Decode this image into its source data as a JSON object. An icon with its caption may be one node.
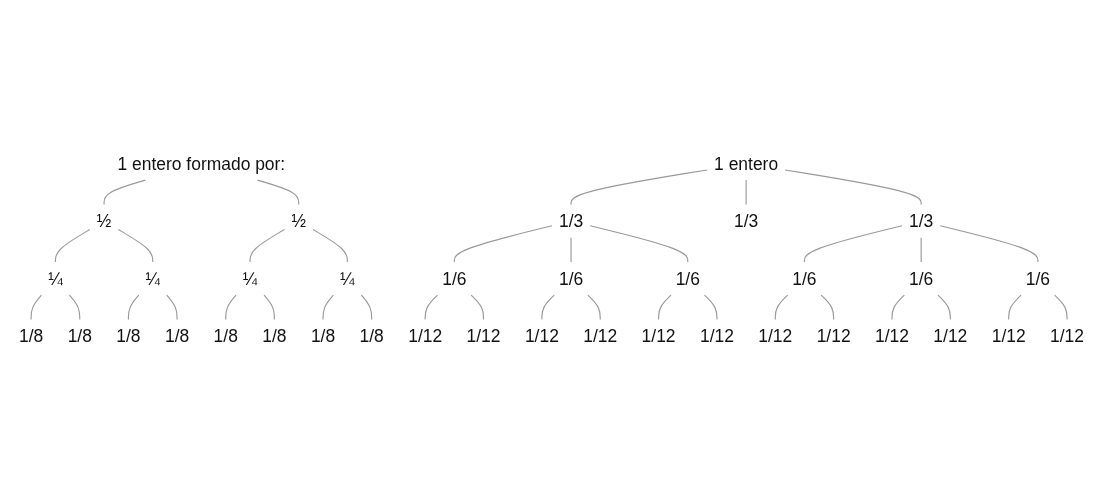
{
  "diagram": {
    "nodes": [
      {
        "text": [
          "1 entero formado por:"
        ]
      },
      {
        "text": [
          "½"
        ]
      },
      {
        "text": [
          "½"
        ]
      },
      {
        "text": [
          "¼"
        ]
      },
      {
        "text": [
          "¼"
        ]
      },
      {
        "text": [
          "¼"
        ]
      },
      {
        "text": [
          "¼"
        ]
      },
      {
        "text": [
          "1/8"
        ]
      },
      {
        "text": [
          "1/8"
        ]
      },
      {
        "text": [
          "1/8"
        ]
      },
      {
        "text": [
          "1/8"
        ]
      },
      {
        "text": [
          "1/8"
        ]
      },
      {
        "text": [
          "1/8"
        ]
      },
      {
        "text": [
          "1/8"
        ]
      },
      {
        "text": [
          "1/8"
        ]
      },
      {
        "text": [
          "1 entero"
        ]
      },
      {
        "text": [
          "1/3"
        ]
      },
      {
        "text": [
          "1/3"
        ]
      },
      {
        "text": [
          "1/3"
        ]
      },
      {
        "text": [
          "1/6"
        ]
      },
      {
        "text": [
          "1/6"
        ]
      },
      {
        "text": [
          "1/6"
        ]
      },
      {
        "text": [
          "1/6"
        ]
      },
      {
        "text": [
          "1/6"
        ]
      },
      {
        "text": [
          "1/6"
        ]
      },
      {
        "text": [
          "1/12"
        ]
      },
      {
        "text": [
          "1/12"
        ]
      },
      {
        "text": [
          "1/12"
        ]
      },
      {
        "text": [
          "1/12"
        ]
      },
      {
        "text": [
          "1/12"
        ]
      },
      {
        "text": [
          "1/12"
        ]
      },
      {
        "text": [
          "1/12"
        ]
      },
      {
        "text": [
          "1/12"
        ]
      },
      {
        "text": [
          "1/12"
        ]
      },
      {
        "text": [
          "1/12"
        ]
      },
      {
        "text": [
          "1/12"
        ]
      },
      {
        "text": [
          "1/12"
        ]
      }
    ],
    "edges": [
      {
        "from": 0,
        "to": 1,
        "arrow": "none"
      },
      {
        "from": 0,
        "to": 2,
        "arrow": "none"
      },
      {
        "from": 1,
        "to": 3,
        "arrow": "none"
      },
      {
        "from": 1,
        "to": 4,
        "arrow": "none"
      },
      {
        "from": 2,
        "to": 5,
        "arrow": "none"
      },
      {
        "from": 2,
        "to": 6,
        "arrow": "none"
      },
      {
        "from": 3,
        "to": 7,
        "arrow": "none"
      },
      {
        "from": 3,
        "to": 8,
        "arrow": "none"
      },
      {
        "from": 4,
        "to": 9,
        "arrow": "none"
      },
      {
        "from": 4,
        "to": 10,
        "arrow": "none"
      },
      {
        "from": 5,
        "to": 11,
        "arrow": "none"
      },
      {
        "from": 5,
        "to": 12,
        "arrow": "none"
      },
      {
        "from": 6,
        "to": 13,
        "arrow": "none"
      },
      {
        "from": 6,
        "to": 14,
        "arrow": "none"
      },
      {
        "from": 15,
        "to": 16,
        "arrow": "none"
      },
      {
        "from": 15,
        "to": 17,
        "arrow": "none"
      },
      {
        "from": 15,
        "to": 18,
        "arrow": "none"
      },
      {
        "from": 16,
        "to": 19,
        "arrow": "none"
      },
      {
        "from": 16,
        "to": 20,
        "arrow": "none"
      },
      {
        "from": 16,
        "to": 21,
        "arrow": "none"
      },
      {
        "from": 18,
        "to": 22,
        "arrow": "none"
      },
      {
        "from": 18,
        "to": 23,
        "arrow": "none"
      },
      {
        "from": 18,
        "to": 24,
        "arrow": "none"
      },
      {
        "from": 19,
        "to": 25,
        "arrow": "none"
      },
      {
        "from": 19,
        "to": 26,
        "arrow": "none"
      },
      {
        "from": 20,
        "to": 27,
        "arrow": "none"
      },
      {
        "from": 20,
        "to": 28,
        "arrow": "none"
      },
      {
        "from": 21,
        "to": 29,
        "arrow": "none"
      },
      {
        "from": 21,
        "to": 30,
        "arrow": "none"
      },
      {
        "from": 22,
        "to": 31,
        "arrow": "none"
      },
      {
        "from": 22,
        "to": 32,
        "arrow": "none"
      },
      {
        "from": 23,
        "to": 33,
        "arrow": "none"
      },
      {
        "from": 23,
        "to": 34,
        "arrow": "none"
      },
      {
        "from": 24,
        "to": 35,
        "arrow": "none"
      },
      {
        "from": 24,
        "to": 36,
        "arrow": "none"
      }
    ]
  }
}
